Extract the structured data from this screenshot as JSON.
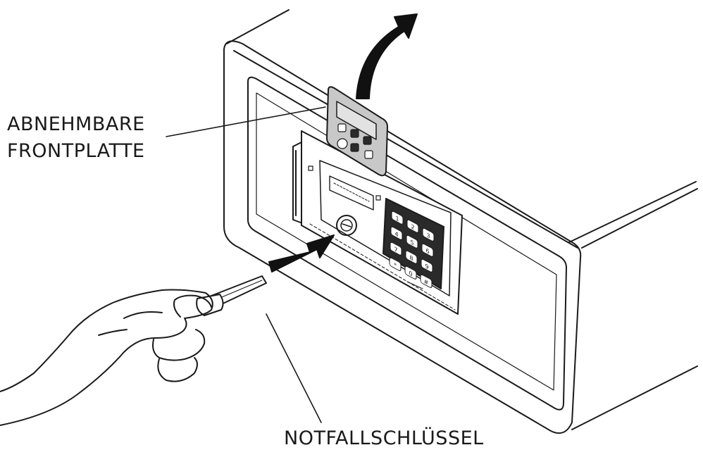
{
  "labels": {
    "front_plate_line1": "ABNEHMBARE",
    "front_plate_line2": "FRONTPLATTE",
    "emergency_key": "NOTFALLSCHLÜSSEL"
  },
  "keypad": {
    "keys": [
      "1",
      "2",
      "3",
      "4",
      "5",
      "6",
      "7",
      "8",
      "9",
      "*",
      "0",
      "#"
    ]
  },
  "colors": {
    "line": "#1a1a1a",
    "arrow": "#111111",
    "plate_fill": "#c8c8c8",
    "display_fill": "#e2e2e2"
  }
}
